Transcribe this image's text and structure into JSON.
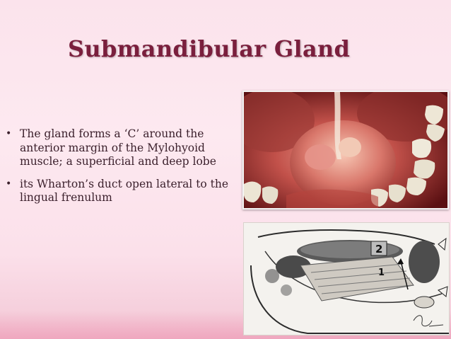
{
  "slide": {
    "title": "Submandibular Gland",
    "bullets": [
      "The gland forms a ‘C’ around the anterior margin of the Mylohyoid muscle; a superficial and deep lobe",
      "its Wharton’s duct open lateral to the lingual frenulum"
    ],
    "bullet_glyph": "•"
  },
  "figures": {
    "photo_icon": "oral-cavity-photo",
    "diagram_icon": "submandibular-anatomy-diagram",
    "diagram_labels": [
      "2",
      "1"
    ]
  },
  "colors": {
    "title": "#7a1f3d",
    "text": "#3a1f2b",
    "background": "#fbe3ec"
  }
}
